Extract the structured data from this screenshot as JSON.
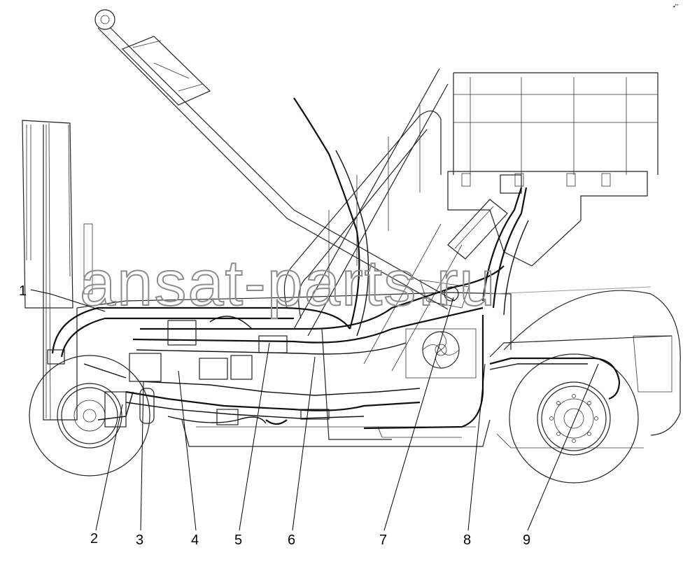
{
  "watermark": "ansat-parts.ru",
  "corner_mark": "•\"'",
  "callouts": [
    {
      "label": "1"
    },
    {
      "label": "2"
    },
    {
      "label": "3"
    },
    {
      "label": "4"
    },
    {
      "label": "5"
    },
    {
      "label": "6"
    },
    {
      "label": "7"
    },
    {
      "label": "8"
    },
    {
      "label": "9"
    }
  ]
}
